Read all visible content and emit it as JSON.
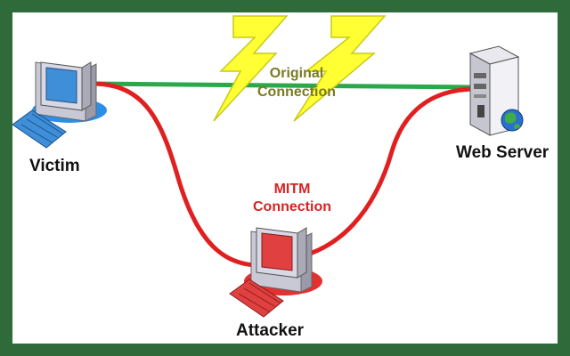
{
  "nodes": {
    "victim": {
      "label": "Victim"
    },
    "server": {
      "label": "Web Server"
    },
    "attacker": {
      "label": "Attacker"
    }
  },
  "connections": {
    "original": {
      "line1": "Original",
      "line2": "Connection",
      "color": "#2aa84a"
    },
    "mitm": {
      "line1": "MITM",
      "line2": "Connection",
      "color": "#e02020"
    }
  },
  "colors": {
    "frame": "#2f6b3a",
    "lightning": "#ffff33",
    "victim_pc": "#3f8fd8",
    "attacker_pc": "#e04040"
  },
  "icons": {
    "victim": "desktop-computer-icon",
    "server": "server-tower-icon",
    "attacker": "desktop-computer-icon",
    "globe": "globe-icon",
    "lightning": "lightning-bolt-icon"
  }
}
